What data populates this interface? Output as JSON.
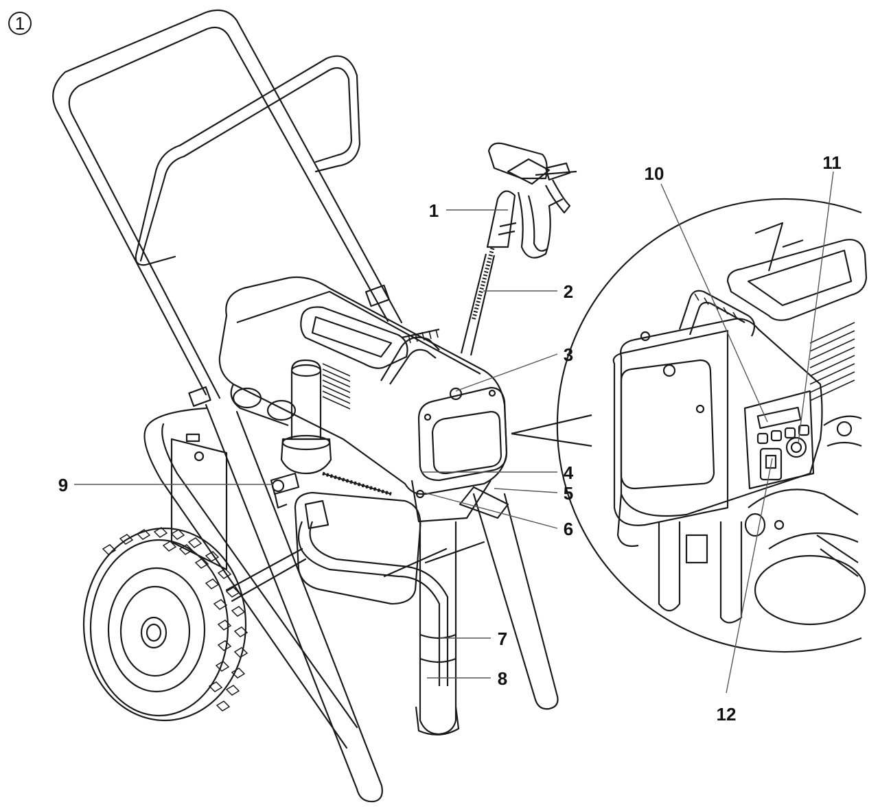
{
  "figure": {
    "number": "1"
  },
  "callouts": [
    {
      "id": "c1",
      "label": "1"
    },
    {
      "id": "c2",
      "label": "2"
    },
    {
      "id": "c3",
      "label": "3"
    },
    {
      "id": "c4",
      "label": "4"
    },
    {
      "id": "c5",
      "label": "5"
    },
    {
      "id": "c6",
      "label": "6"
    },
    {
      "id": "c7",
      "label": "7"
    },
    {
      "id": "c8",
      "label": "8"
    },
    {
      "id": "c9",
      "label": "9"
    },
    {
      "id": "c10",
      "label": "10"
    },
    {
      "id": "c11",
      "label": "11"
    },
    {
      "id": "c12",
      "label": "12"
    }
  ],
  "colors": {
    "line": "#1a1a1a",
    "leader": "#555555",
    "background": "#ffffff"
  }
}
